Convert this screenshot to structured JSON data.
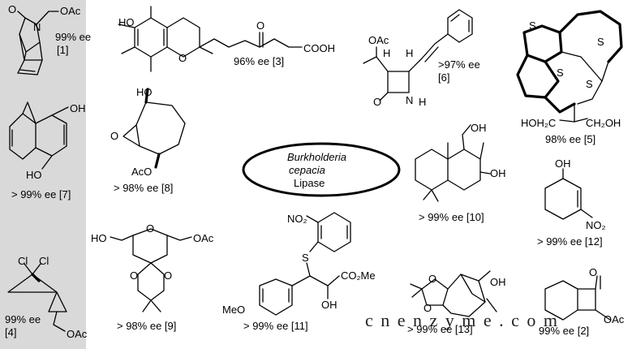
{
  "colors": {
    "left_panel": "#d9d9d9",
    "ink": "#000000"
  },
  "center": {
    "line1": "Burkholderia",
    "line2": "cepacia",
    "line3": "Lipase"
  },
  "molecules": {
    "m1": {
      "atoms": {
        "oac": "OAc",
        "o": "O",
        "n": "N"
      },
      "ee": "99% ee",
      "ref": "[1]"
    },
    "m2": {
      "atoms": {
        "o": "O",
        "oac": "OAc"
      },
      "ee": "99% ee [2]"
    },
    "m3": {
      "atoms": {
        "ho": "HO",
        "o_ring": "O",
        "o_keto": "O",
        "cooh": "COOH"
      },
      "ee": "96% ee [3]"
    },
    "m4": {
      "atoms": {
        "cl1": "Cl",
        "cl2": "Cl",
        "oac": "OAc"
      },
      "ee": "99% ee",
      "ref": "[4]"
    },
    "m5": {
      "atoms": {
        "s1": "S",
        "s2": "S",
        "s3": "S",
        "s4": "S",
        "left_oh": "HOH₂C",
        "right_oh": "CH₂OH"
      },
      "ee": "98% ee [5]"
    },
    "m6": {
      "atoms": {
        "oac": "OAc",
        "h1": "H",
        "h2": "H",
        "o": "O",
        "n": "N",
        "h3": "H"
      },
      "ee": ">97% ee",
      "ref": "[6]"
    },
    "m7": {
      "atoms": {
        "oh_top": "OH",
        "ho_bot": "HO"
      },
      "ee": "> 99% ee [7]"
    },
    "m8": {
      "atoms": {
        "ho": "HO",
        "o_epox": "O",
        "aco": "AcO"
      },
      "ee": "> 98% ee [8]"
    },
    "m9": {
      "atoms": {
        "ho": "HO",
        "o_ring": "O",
        "oac": "OAc",
        "o1": "O",
        "o2": "O"
      },
      "ee": "> 98% ee [9]"
    },
    "m10": {
      "atoms": {
        "oh_top": "OH",
        "oh_side": "OH"
      },
      "ee": "> 99% ee [10]"
    },
    "m11": {
      "atoms": {
        "no2": "NO₂",
        "s": "S",
        "co2me": "CO₂Me",
        "meo": "MeO",
        "oh": "OH"
      },
      "ee": "> 99% ee [11]"
    },
    "m12": {
      "atoms": {
        "oh": "OH",
        "no2": "NO₂"
      },
      "ee": "> 99% ee [12]"
    },
    "m13": {
      "atoms": {
        "o1": "O",
        "o2": "O",
        "oh": "OH"
      },
      "ee": "> 99% ee [13]"
    }
  },
  "watermark": "c n e n z y m e . c o m"
}
